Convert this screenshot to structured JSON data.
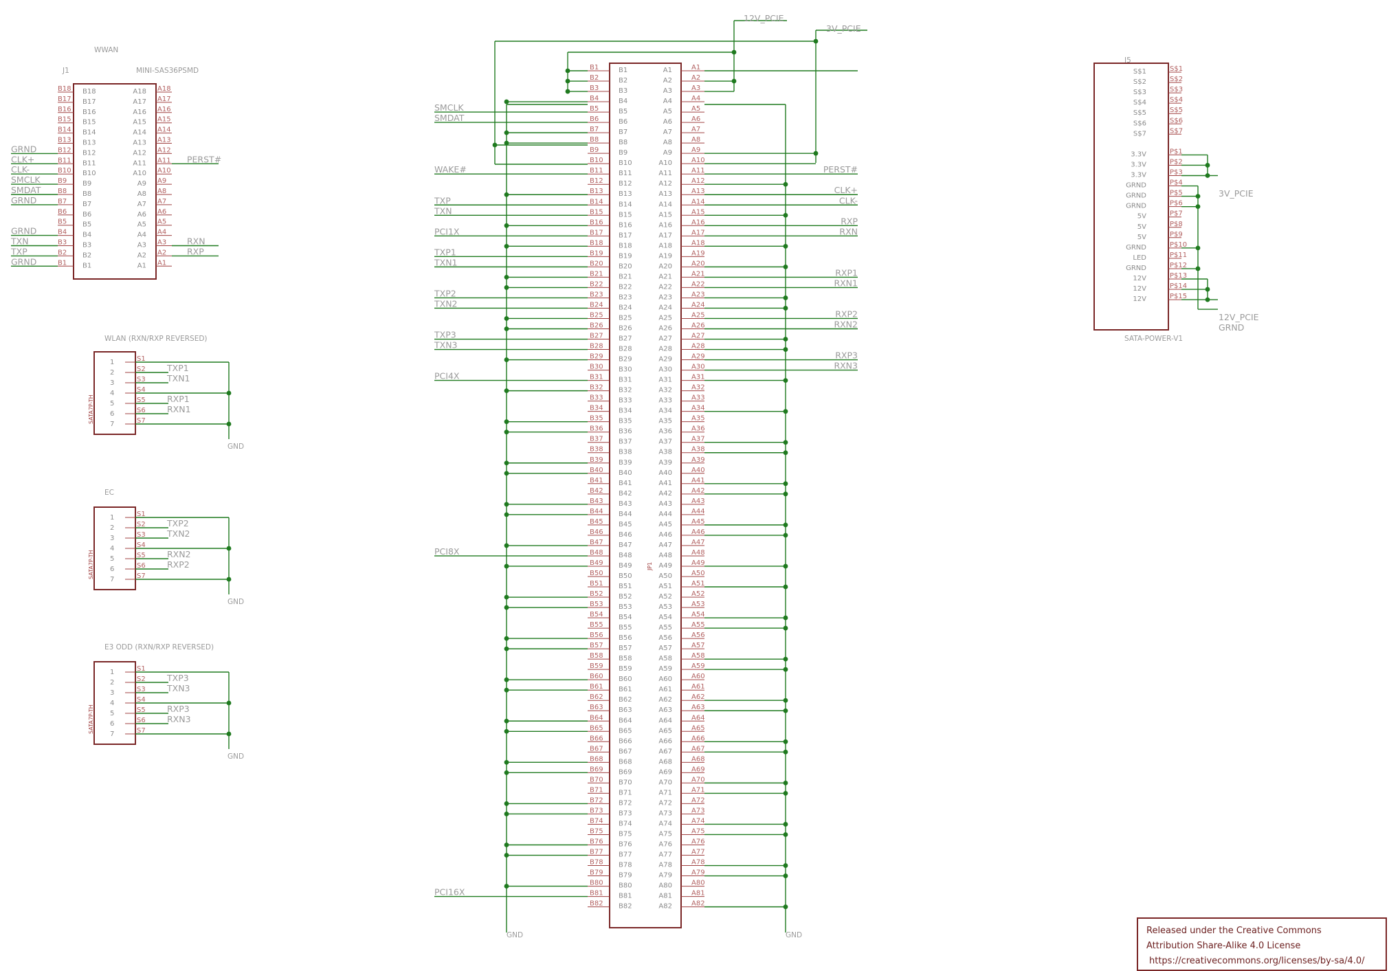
{
  "wwan": {
    "title": "WWAN",
    "ref": "J1",
    "part": "MINI-SAS36PSMD",
    "b_pins": [
      "B18",
      "B17",
      "B16",
      "B15",
      "B14",
      "B13",
      "B12",
      "B11",
      "B10",
      "B9",
      "B8",
      "B7",
      "B6",
      "B5",
      "B4",
      "B3",
      "B2",
      "B1"
    ],
    "a_pins": [
      "A18",
      "A17",
      "A16",
      "A15",
      "A14",
      "A13",
      "A12",
      "A11",
      "A10",
      "A9",
      "A8",
      "A7",
      "A6",
      "A5",
      "A4",
      "A3",
      "A2",
      "A1"
    ],
    "left_nets": {
      "B12": "GRND",
      "B11": "CLK+",
      "B10": "CLK-",
      "B9": "SMCLK",
      "B8": "SMDAT",
      "B7": "GRND",
      "B4": "GRND",
      "B3": "TXN",
      "B2": "TXP",
      "B1": "GRND"
    },
    "right_nets": {
      "A11": "PERST#",
      "A3": "RXN",
      "A2": "RXP"
    }
  },
  "sata_connectors": [
    {
      "title": "WLAN (RXN/RXP REVERSED)",
      "part": "SATA7P-TH",
      "gnd": "GND",
      "nets": [
        "",
        "TXP1",
        "TXN1",
        "",
        "RXP1",
        "RXN1",
        ""
      ]
    },
    {
      "title": "EC",
      "part": "SATA7P-TH",
      "gnd": "GND",
      "nets": [
        "",
        "TXP2",
        "TXN2",
        "",
        "RXN2",
        "RXP2",
        ""
      ]
    },
    {
      "title": "E3 ODD (RXN/RXP REVERSED)",
      "part": "SATA7P-TH",
      "gnd": "GND",
      "nets": [
        "",
        "TXP3",
        "TXN3",
        "",
        "RXP3",
        "RXN3",
        ""
      ]
    }
  ],
  "sata_pin_numbers": [
    "1",
    "2",
    "3",
    "4",
    "5",
    "6",
    "7"
  ],
  "sata_pads": [
    "S1",
    "S2",
    "S3",
    "S4",
    "S5",
    "S6",
    "S7"
  ],
  "pcie": {
    "ref": "JP1",
    "net_12v": "12V_PCIE",
    "net_3v": "3V_PCIE",
    "gnd": "GND",
    "left_nets": {
      "B5": "SMCLK",
      "B6": "SMDAT",
      "B11": "WAKE#",
      "B14": "TXP",
      "B15": "TXN",
      "B17": "PCI1X",
      "B19": "TXP1",
      "B20": "TXN1",
      "B23": "TXP2",
      "B24": "TXN2",
      "B27": "TXP3",
      "B28": "TXN3",
      "B31": "PCI4X",
      "B48": "PCI8X",
      "B81": "PCI16X"
    },
    "right_nets": {
      "A11": "PERST#",
      "A13": "CLK+",
      "A14": "CLK-",
      "A16": "RXP",
      "A17": "RXN",
      "A21": "RXP1",
      "A22": "RXN1",
      "A25": "RXP2",
      "A26": "RXN2",
      "A29": "RXP3",
      "A30": "RXN3"
    }
  },
  "power": {
    "ref": "J5",
    "part": "SATA-POWER-V1",
    "pin_labels": [
      "S$1",
      "S$2",
      "S$3",
      "S$4",
      "S$5",
      "S$6",
      "S$7",
      "",
      "3.3V",
      "3.3V",
      "3.3V",
      "GRND",
      "GRND",
      "GRND",
      "5V",
      "5V",
      "5V",
      "GRND",
      "LED",
      "GRND",
      "12V",
      "12V",
      "12V"
    ],
    "pads": [
      "S$1",
      "S$2",
      "S$3",
      "S$4",
      "S$5",
      "S$6",
      "S$7",
      "",
      "P$1",
      "P$2",
      "P$3",
      "P$4",
      "P$5",
      "P$6",
      "P$7",
      "P$8",
      "P$9",
      "P$10",
      "P$11",
      "P$12",
      "P$13",
      "P$14",
      "P$15"
    ],
    "net_3v": "3V_PCIE",
    "net_12v": "12V_PCIE",
    "net_gnd": "GRND"
  },
  "license": {
    "line1": "Released under the Creative Commons",
    "line2": "Attribution Share-Alike 4.0 License",
    "line3": "https://creativecommons.org/licenses/by-sa/4.0/"
  }
}
